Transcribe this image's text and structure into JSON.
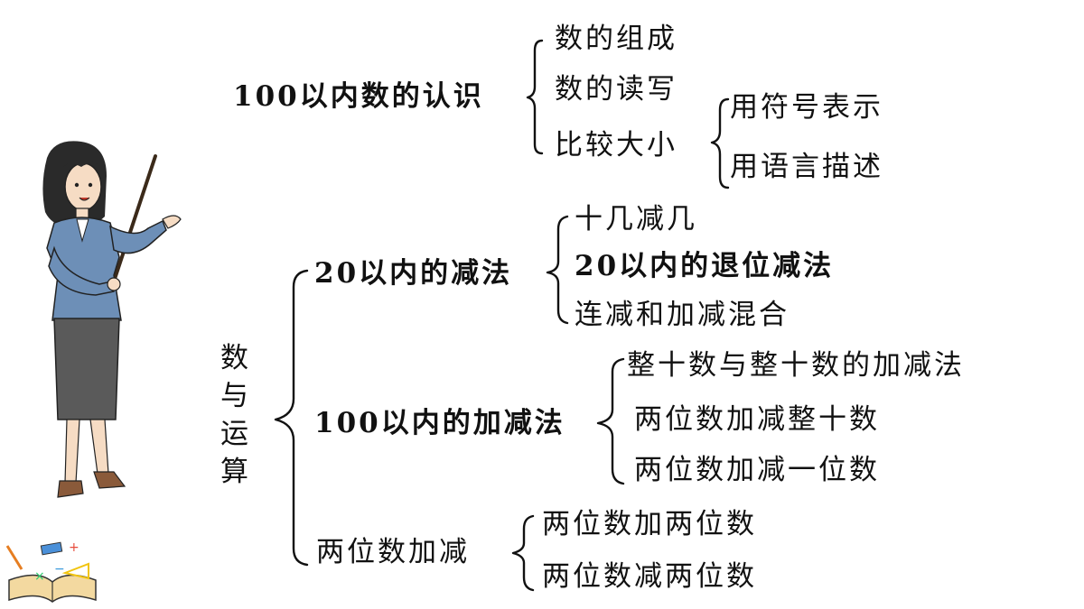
{
  "root": {
    "label": "数与运算",
    "chars": [
      "数",
      "与",
      "运",
      "算"
    ]
  },
  "top_topic": {
    "label": "100以内数的认识",
    "children": [
      "数的组成",
      "数的读写",
      "比较大小"
    ],
    "compare_children": [
      "用符号表示",
      "用语言描述"
    ]
  },
  "branches": [
    {
      "label": "20以内的减法",
      "children": [
        "十几减几",
        "20以内的退位减法",
        "连减和加减混合"
      ]
    },
    {
      "label": "100以内的加减法",
      "children": [
        "整十数与整十数的加减法",
        "两位数加减整十数",
        "两位数加减一位数"
      ]
    },
    {
      "label": "两位数加减",
      "children": [
        "两位数加两位数",
        "两位数减两位数"
      ]
    }
  ],
  "colors": {
    "text": "#111111",
    "jacket": "#6d8fb7",
    "skirt": "#5a5a5a",
    "hair": "#2a2a2a",
    "book": "#f3d9a0"
  }
}
